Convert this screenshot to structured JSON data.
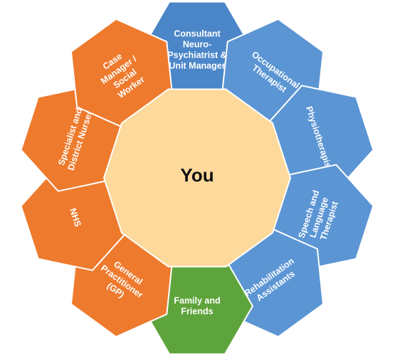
{
  "center": {
    "label": "You",
    "fill": "#fdd99b"
  },
  "segments": [
    {
      "key": "consultant",
      "lines": [
        "Consultant",
        "Neuro-",
        "Psychiatrist &",
        "Unit Manager"
      ],
      "color": "#4a86c8",
      "angle": 0
    },
    {
      "key": "occupational",
      "lines": [
        "Occupational",
        "Therapist"
      ],
      "color": "#5b95d4",
      "angle": 36
    },
    {
      "key": "physio",
      "lines": [
        "Physiotherapist"
      ],
      "color": "#5b95d4",
      "angle": 72
    },
    {
      "key": "speech",
      "lines": [
        "Speech and",
        "Language",
        "Therapist"
      ],
      "color": "#5b95d4",
      "angle": 108
    },
    {
      "key": "rehab",
      "lines": [
        "Rehabilitation",
        "Assistants"
      ],
      "color": "#5b95d4",
      "angle": 144
    },
    {
      "key": "family",
      "lines": [
        "Family and",
        "Friends"
      ],
      "color": "#5ea43c",
      "angle": 180
    },
    {
      "key": "gp",
      "lines": [
        "General",
        "Practitioner",
        "(GP)"
      ],
      "color": "#ee7a2d",
      "angle": 216
    },
    {
      "key": "nhs",
      "lines": [
        "NHS"
      ],
      "color": "#ee7a2d",
      "angle": 252
    },
    {
      "key": "nurses",
      "lines": [
        "Specialist and",
        "District Nurses"
      ],
      "color": "#ee7a2d",
      "angle": 288
    },
    {
      "key": "casemanager",
      "lines": [
        "Case",
        "Manager /",
        "Social",
        "Worker"
      ],
      "color": "#ee7a2d",
      "angle": 324
    }
  ]
}
